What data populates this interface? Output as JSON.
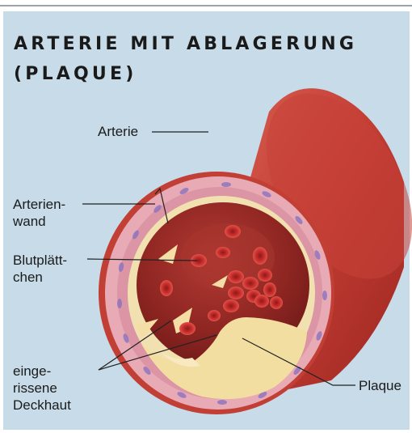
{
  "title": {
    "line1": "ARTERIE MIT ABLAGERUNG",
    "line2": "(PLAQUE)"
  },
  "labels": {
    "arterie": "Arterie",
    "arterienwand": {
      "line1": "Arterien-",
      "line2": "wand"
    },
    "blutplaettchen": {
      "line1": "Blutplätt-",
      "line2": "chen"
    },
    "deckhaut": {
      "line1": "einge-",
      "line2": "rissene",
      "line3": "Deckhaut"
    },
    "plaque": "Plaque"
  },
  "colors": {
    "background": "#c7dbe8",
    "artery_outer": "#c23f35",
    "artery_wall_pink": "#e6a8b4",
    "plaque_yellow": "#f6e2a8",
    "lumen_dark": "#8e2622",
    "blood_cell": "#c32a29"
  }
}
